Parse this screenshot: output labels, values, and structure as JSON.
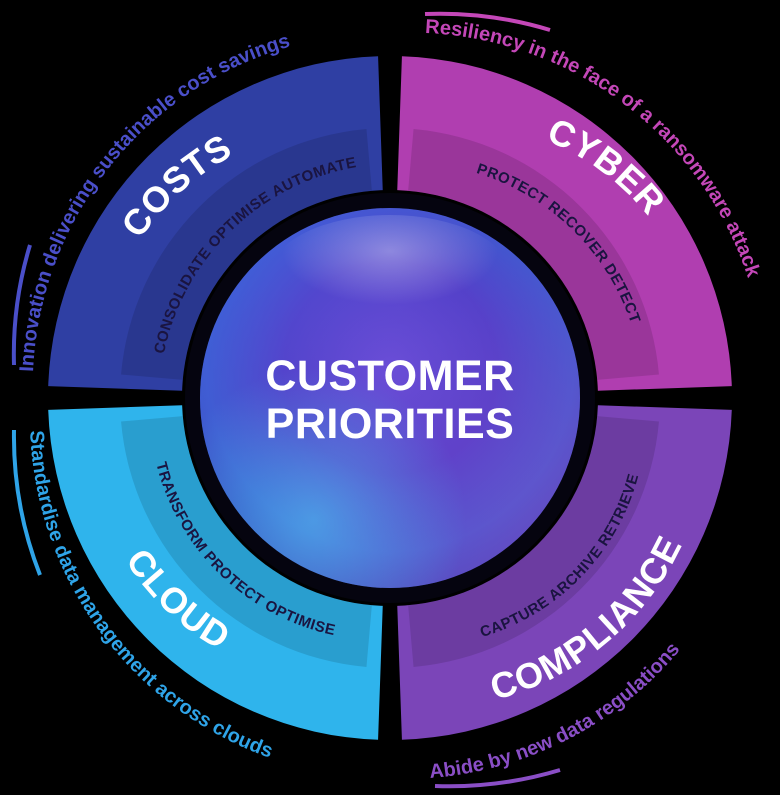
{
  "center": {
    "line1": "CUSTOMER",
    "line2": "PRIORITIES"
  },
  "quadrants": {
    "costs": {
      "title": "COSTS",
      "tagline": "Innovation delivering sustainable cost savings",
      "verbs": [
        "CONSOLIDATE",
        "OPTIMISE",
        "AUTOMATE"
      ],
      "color": "#2f3fa3",
      "text_color": "#4a4fc9"
    },
    "cyber": {
      "title": "CYBER",
      "tagline": "Resiliency in the face of a ransomware attack",
      "verbs": [
        "PROTECT",
        "RECOVER",
        "DETECT"
      ],
      "color": "#b03eb0",
      "text_color": "#c447b8"
    },
    "compliance": {
      "title": "COMPLIANCE",
      "tagline": "Abide by new data regulations",
      "verbs": [
        "CAPTURE",
        "ARCHIVE",
        "RETRIEVE"
      ],
      "color": "#7b45b8",
      "text_color": "#8a4ec6"
    },
    "cloud": {
      "title": "CLOUD",
      "tagline": "Standardise data management across clouds",
      "verbs": [
        "TRANSFORM",
        "PROTECT",
        "OPTIMISE"
      ],
      "color": "#2fb4ec",
      "text_color": "#2fa4e8"
    }
  }
}
